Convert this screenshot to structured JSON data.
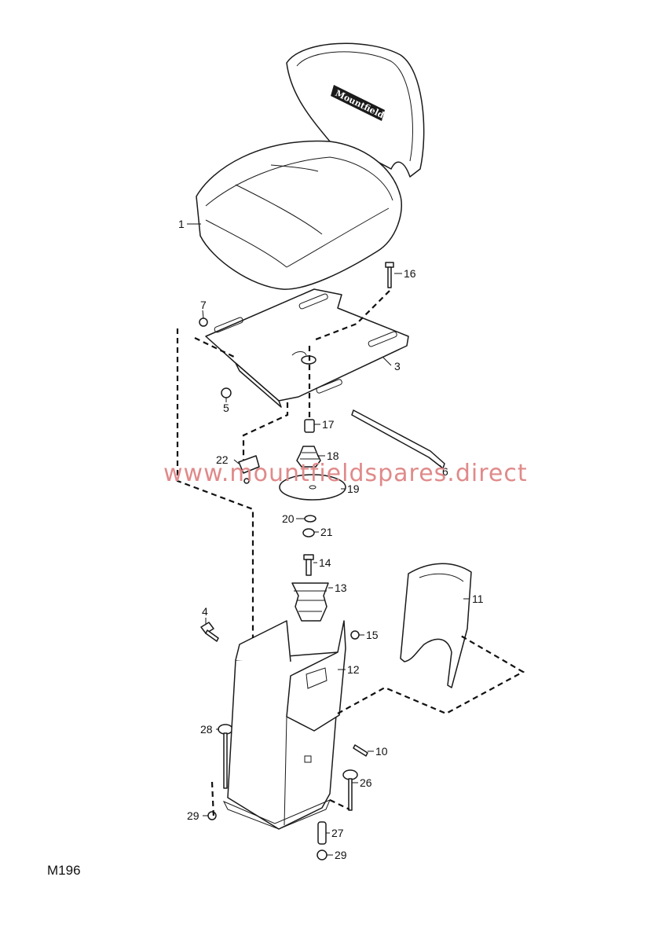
{
  "diagram_code": "M196",
  "watermark": "www.mountfieldspares.direct",
  "seat_logo": "Mountfield",
  "parts": [
    {
      "ref": "1",
      "label": "1"
    },
    {
      "ref": "3",
      "label": "3"
    },
    {
      "ref": "4",
      "label": "4"
    },
    {
      "ref": "5",
      "label": "5"
    },
    {
      "ref": "6",
      "label": "6"
    },
    {
      "ref": "7",
      "label": "7"
    },
    {
      "ref": "10",
      "label": "10"
    },
    {
      "ref": "11",
      "label": "11"
    },
    {
      "ref": "12",
      "label": "12"
    },
    {
      "ref": "13",
      "label": "13"
    },
    {
      "ref": "14",
      "label": "14"
    },
    {
      "ref": "15",
      "label": "15"
    },
    {
      "ref": "16",
      "label": "16"
    },
    {
      "ref": "17",
      "label": "17"
    },
    {
      "ref": "18",
      "label": "18"
    },
    {
      "ref": "19",
      "label": "19"
    },
    {
      "ref": "20",
      "label": "20"
    },
    {
      "ref": "21",
      "label": "21"
    },
    {
      "ref": "22",
      "label": "22"
    },
    {
      "ref": "26",
      "label": "26"
    },
    {
      "ref": "27",
      "label": "27"
    },
    {
      "ref": "28",
      "label": "28"
    },
    {
      "ref": "29a",
      "label": "29"
    },
    {
      "ref": "29b",
      "label": "29"
    }
  ]
}
